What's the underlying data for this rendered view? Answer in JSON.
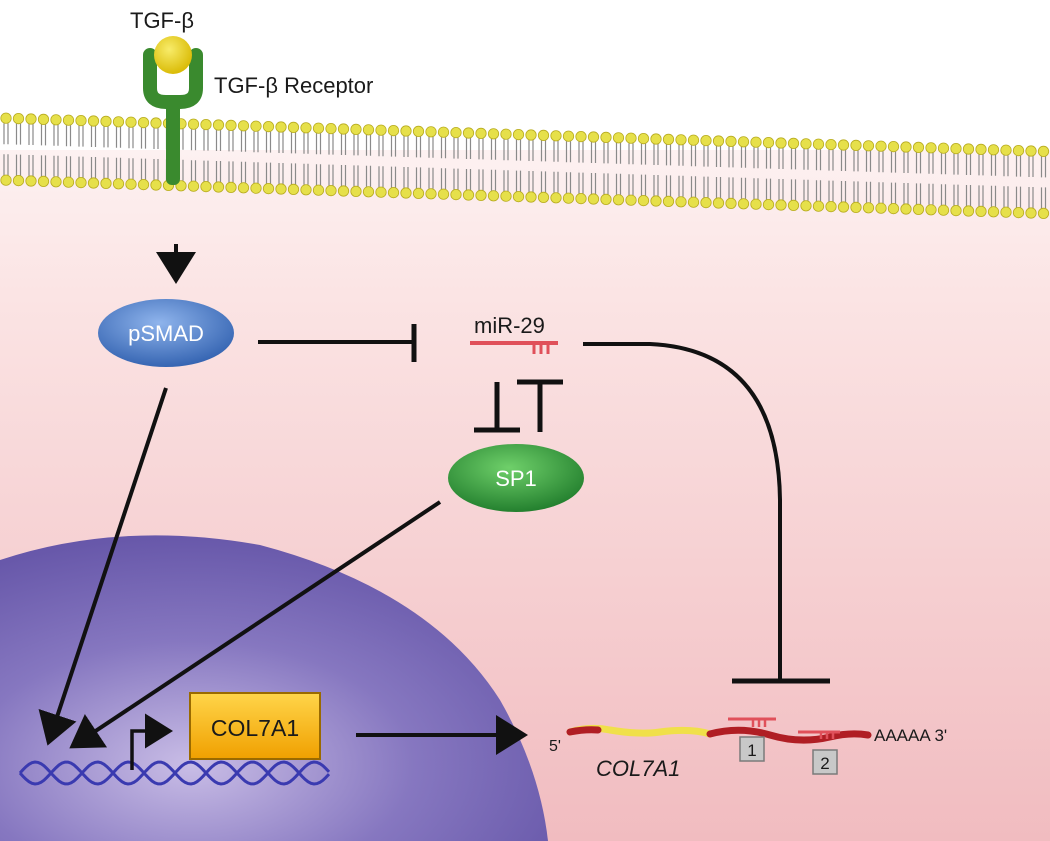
{
  "labels": {
    "ligand": "TGF-β",
    "receptor": "TGF-β Receptor",
    "psmad": "pSMAD",
    "mir29": "miR-29",
    "sp1": "SP1",
    "gene_box": "COL7A1",
    "five_prime": "5'",
    "poly_a": "AAAAA 3'",
    "mrna": "COL7A1",
    "site1": "1",
    "site2": "2"
  },
  "colors": {
    "cytoplasm_top": "#ffffff",
    "cytoplasm_bottom": "#f3c2c4",
    "membrane_head": "#e6e04a",
    "receptor": "#3a8a2e",
    "ligand": "#e9d12b",
    "nucleus": "#6a5aa8",
    "psmad": "#3d6fc0",
    "sp1": "#2e9a3a",
    "mir29": "#e0505a",
    "gene_box": "#f5b800",
    "dna": "#3a3ab0",
    "mrna_5utr": "#f0e04a",
    "mrna_body": "#b01e24"
  }
}
